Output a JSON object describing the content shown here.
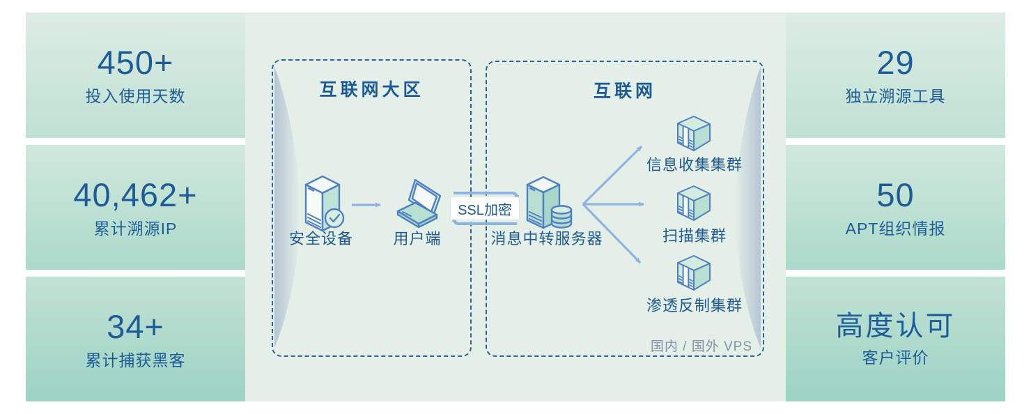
{
  "stats_left": [
    {
      "value": "450+",
      "label": "投入使用天数"
    },
    {
      "value": "40,462+",
      "label": "累计溯源IP"
    },
    {
      "value": "34+",
      "label": "累计捕获黑客"
    }
  ],
  "stats_right": [
    {
      "value": "29",
      "label": "独立溯源工具"
    },
    {
      "value": "50",
      "label": "APT组织情报"
    },
    {
      "value": "高度认可",
      "label": "客户评价"
    }
  ],
  "diagram": {
    "zone_internet_area": {
      "title": "互联网大区"
    },
    "security_device": {
      "label": "安全设备"
    },
    "client": {
      "label": "用户端"
    },
    "ssl_link": {
      "label": "SSL加密"
    },
    "zone_internet": {
      "title": "互联网"
    },
    "relay_server": {
      "label": "消息中转服务器"
    },
    "clusters": [
      {
        "label": "信息收集集群"
      },
      {
        "label": "扫描集群"
      },
      {
        "label": "渗透反制集群"
      }
    ],
    "vps_note": "国内 / 国外 VPS"
  },
  "colors": {
    "stat_text": "#1d5c99",
    "zone_border": "#2d5fa3",
    "arrow": "#8fb4e0",
    "icon_outline": "#4f81c2",
    "icon_fill": "#b7e0d2",
    "note_text": "#8493a7",
    "center_bg": "#e4efe8"
  }
}
